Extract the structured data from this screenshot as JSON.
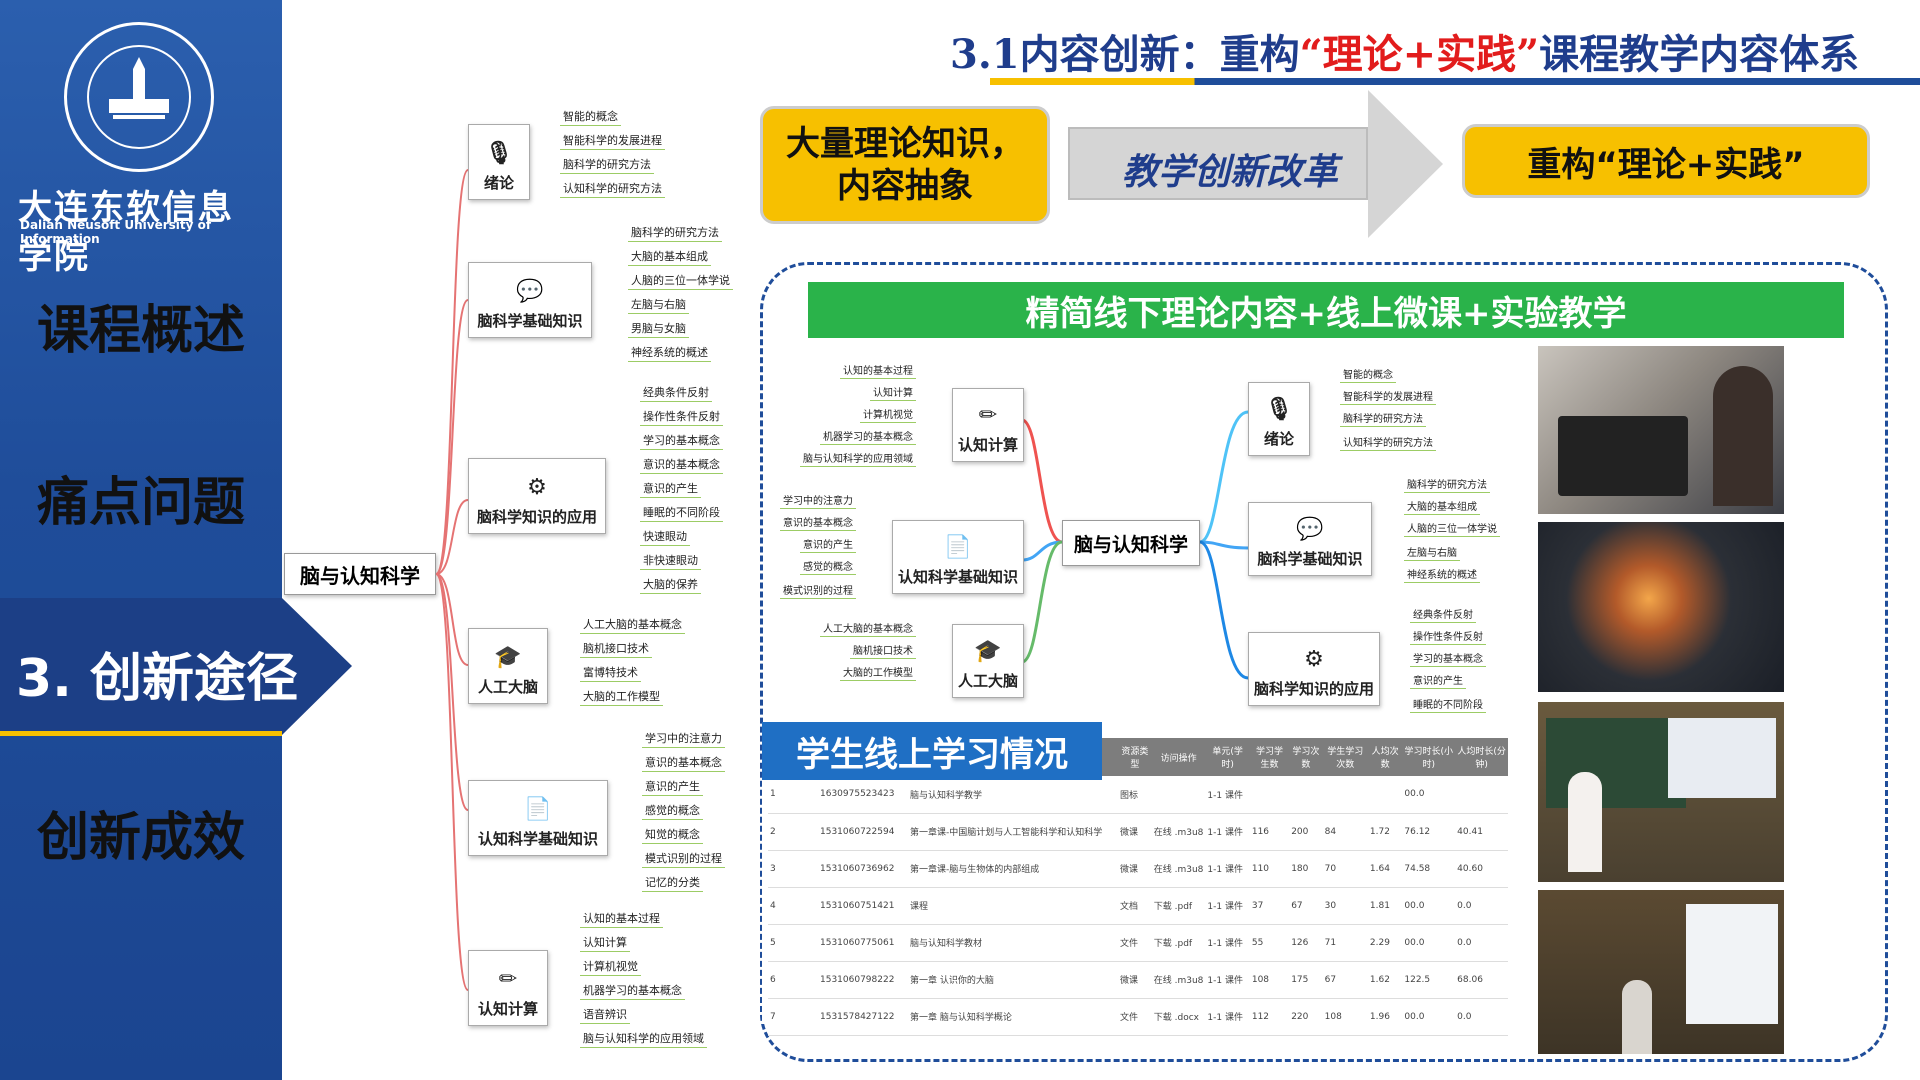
{
  "sidebar": {
    "school_cn": "大连东软信息学院",
    "school_en": "Dalian Neusoft University of Information",
    "items": [
      {
        "label": "课程概述"
      },
      {
        "label": "痛点问题"
      },
      {
        "label": "3. 创新途径"
      },
      {
        "label": "创新成效"
      }
    ],
    "active_index": 2
  },
  "header": {
    "title_prefix": "3.1内容创新：重构",
    "title_quote": "“理论+实践”",
    "title_suffix": "课程教学内容体系"
  },
  "flow": {
    "problem": "大量理论知识，内容抽象",
    "reform": "教学创新改革",
    "result": "重构“理论+实践”"
  },
  "panel": {
    "banner": "精简线下理论内容+线上微课+实验教学",
    "table_title": "学生线上学习情况"
  },
  "mindmap": {
    "root": "脑与认知科学",
    "branches": [
      {
        "name": "绪论",
        "icon": "microphone-icon",
        "leaves": [
          "智能的概念",
          "智能科学的发展进程",
          "脑科学的研究方法",
          "认知科学的研究方法"
        ]
      },
      {
        "name": "脑科学基础知识",
        "icon": "chat-icon",
        "leaves": [
          "脑科学的研究方法",
          "大脑的基本组成",
          "人脑的三位一体学说",
          "左脑与右脑",
          "男脑与女脑",
          "神经系统的概述"
        ]
      },
      {
        "name": "脑科学知识的应用",
        "icon": "gears-icon",
        "leaves": [
          "经典条件反射",
          "操作性条件反射",
          "学习的基本概念",
          "意识的基本概念",
          "意识的产生",
          "睡眠的不同阶段",
          "快速眼动",
          "非快速眼动",
          "大脑的保养"
        ]
      },
      {
        "name": "人工大脑",
        "icon": "graduation-cap-icon",
        "leaves": [
          "人工大脑的基本概念",
          "脑机接口技术",
          "富博特技术",
          "大脑的工作模型"
        ]
      },
      {
        "name": "认知科学基础知识",
        "icon": "document-icon",
        "leaves": [
          "学习中的注意力",
          "意识的基本概念",
          "意识的产生",
          "感觉的概念",
          "知觉的概念",
          "模式识别的过程",
          "记忆的分类"
        ]
      },
      {
        "name": "认知计算",
        "icon": "tools-icon",
        "leaves": [
          "认知的基本过程",
          "认知计算",
          "计算机视觉",
          "机器学习的基本概念",
          "语音辨识",
          "脑与认知科学的应用领域"
        ]
      }
    ]
  },
  "mindmap2": {
    "root": "脑与认知科学",
    "left": [
      {
        "name": "认知计算",
        "leaves": [
          "认知的基本过程",
          "认知计算",
          "计算机视觉",
          "机器学习的基本概念",
          "脑与认知科学的应用领域"
        ]
      },
      {
        "name": "认知科学基础知识",
        "leaves": [
          "学习中的注意力",
          "意识的基本概念",
          "意识的产生",
          "感觉的概念",
          "模式识别的过程"
        ]
      },
      {
        "name": "人工大脑",
        "leaves": [
          "人工大脑的基本概念",
          "脑机接口技术",
          "大脑的工作模型"
        ]
      }
    ],
    "right": [
      {
        "name": "绪论",
        "leaves": [
          "智能的概念",
          "智能科学的发展进程",
          "脑科学的研究方法",
          "认知科学的研究方法"
        ]
      },
      {
        "name": "脑科学基础知识",
        "leaves": [
          "脑科学的研究方法",
          "大脑的基本组成",
          "人脑的三位一体学说",
          "左脑与右脑",
          "神经系统的概述"
        ]
      },
      {
        "name": "脑科学知识的应用",
        "leaves": [
          "经典条件反射",
          "操作性条件反射",
          "学习的基本概念",
          "意识的产生",
          "睡眠的不同阶段"
        ]
      }
    ]
  },
  "table": {
    "rows": [
      [
        "1",
        "1630975523423",
        "脑与认知科学教学",
        "图标",
        "",
        "1-1 课件",
        "",
        "",
        "",
        "",
        "00.0",
        ""
      ],
      [
        "2",
        "1531060722594",
        "第一章课-中国脑计划与人工智能科学和认知科学",
        "微课",
        "在线 .m3u8",
        "1-1 课件",
        "116",
        "200",
        "84",
        "1.72",
        "76.12",
        "40.41"
      ],
      [
        "3",
        "1531060736962",
        "第一章课-脑与生物体的内部组成",
        "微课",
        "在线 .m3u8",
        "1-1 课件",
        "110",
        "180",
        "70",
        "1.64",
        "74.58",
        "40.60"
      ],
      [
        "4",
        "1531060751421",
        "课程",
        "文档",
        "下载 .pdf",
        "1-1 课件",
        "37",
        "67",
        "30",
        "1.81",
        "00.0",
        "0.0"
      ],
      [
        "5",
        "1531060775061",
        "脑与认知科学教材",
        "文件",
        "下载 .pdf",
        "1-1 课件",
        "55",
        "126",
        "71",
        "2.29",
        "00.0",
        "0.0"
      ],
      [
        "6",
        "1531060798222",
        "第一章 认识你的大脑",
        "微课",
        "在线 .m3u8",
        "1-1 课件",
        "108",
        "175",
        "67",
        "1.62",
        "122.5",
        "68.06"
      ],
      [
        "7",
        "1531578427122",
        "第一章 脑与认知科学概论",
        "文件",
        "下载 .docx",
        "1-1 课件",
        "112",
        "220",
        "108",
        "1.96",
        "00.0",
        "0.0"
      ]
    ],
    "headers": [
      "",
      "",
      "",
      "资源类型",
      "访问操作",
      "单元(学时)",
      "学习学生数",
      "学习次数",
      "学生学习次数",
      "人均次数",
      "学习时长(小时)",
      "人均时长(分钟)"
    ]
  },
  "colors": {
    "sidebar": "#1f4d9a",
    "accent": "#f7c000",
    "green": "#2ab34a",
    "red": "#e21c1c"
  }
}
